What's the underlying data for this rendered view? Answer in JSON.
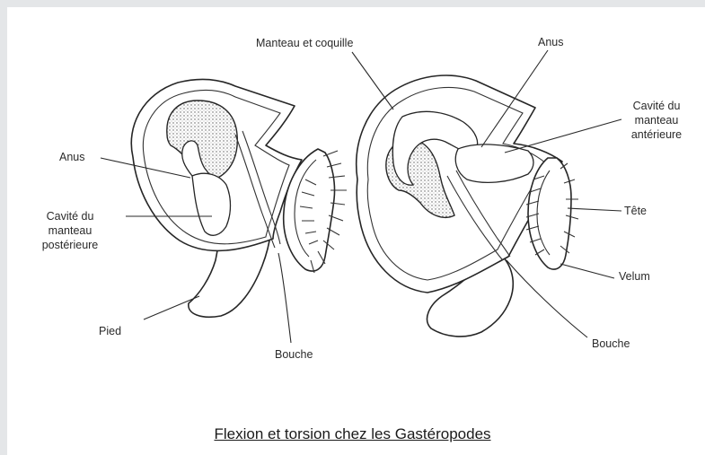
{
  "caption": "Flexion et torsion chez les Gastéropodes",
  "labels": {
    "left_anus": "Anus",
    "left_cavity_1": "Cavité du",
    "left_cavity_2": "manteau",
    "left_cavity_3": "postérieure",
    "left_pied": "Pied",
    "left_bouche": "Bouche",
    "manteau_coquille": "Manteau et coquille",
    "right_anus": "Anus",
    "right_cavity_1": "Cavité du",
    "right_cavity_2": "manteau",
    "right_cavity_3": "antérieure",
    "right_tete": "Tête",
    "right_velum": "Velum",
    "right_bouche": "Bouche"
  },
  "colors": {
    "page_background": "#e4e6e8",
    "panel": "#ffffff",
    "ink": "#262626"
  }
}
